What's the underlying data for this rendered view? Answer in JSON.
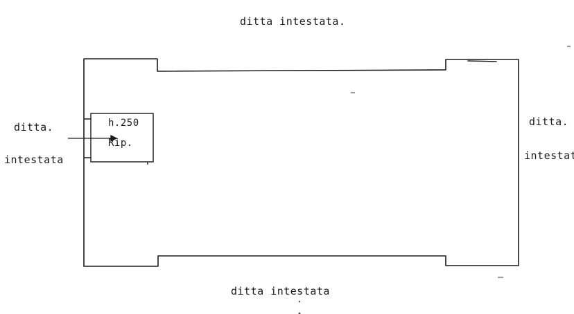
{
  "colors": {
    "ink": "#1a1a1a",
    "paper": "#ffffff"
  },
  "labels": {
    "top": "ditta intestata.",
    "bottom": "ditta intestata",
    "left_line1": "ditta.",
    "left_line2": "intestata",
    "right_line1": "ditta.",
    "right_line2": "intestat"
  },
  "box": {
    "line1": "h.250",
    "line2": "Rip."
  }
}
